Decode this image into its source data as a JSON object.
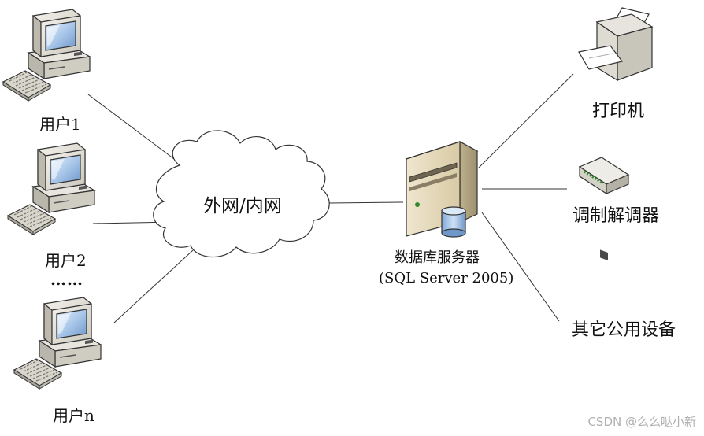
{
  "network": {
    "label": "外网/内网"
  },
  "users": [
    {
      "label": "用户1"
    },
    {
      "label": "用户2"
    },
    {
      "label": "用户n"
    }
  ],
  "ellipsis": "……",
  "server": {
    "name": "数据库服务器",
    "detail": "(SQL Server 2005)"
  },
  "devices": [
    {
      "label": "打印机",
      "icon": "printer-icon"
    },
    {
      "label": "调制解调器",
      "icon": "modem-icon"
    },
    {
      "label": "其它公用设备",
      "icon": "none"
    }
  ],
  "watermark": "CSDN @么么哒小新"
}
